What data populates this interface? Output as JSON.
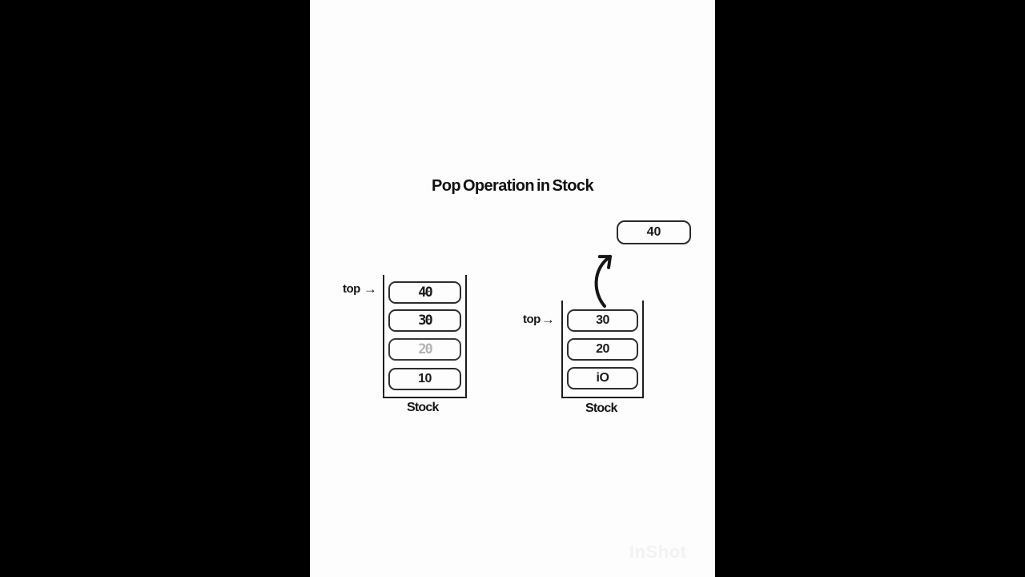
{
  "title": "Pop Operation in Stock",
  "left_stack": {
    "top_label": "top",
    "items": [
      {
        "value": "40"
      },
      {
        "value": "30"
      },
      {
        "value": "20"
      },
      {
        "value": "10"
      }
    ],
    "caption": "Stock"
  },
  "right_stack": {
    "top_label": "top",
    "items": [
      {
        "value": "30"
      },
      {
        "value": "20"
      },
      {
        "value": "iO"
      }
    ],
    "caption": "Stock"
  },
  "popped_box": {
    "value": "40"
  },
  "icons": {
    "right_arrow": "→"
  },
  "watermark": "InShot",
  "colors": {
    "background": "#000000",
    "canvas": "#fdfdfd",
    "ink": "#1b1b1b",
    "faded_text": "#b3b3b3",
    "watermark": "#f2f2f2"
  }
}
